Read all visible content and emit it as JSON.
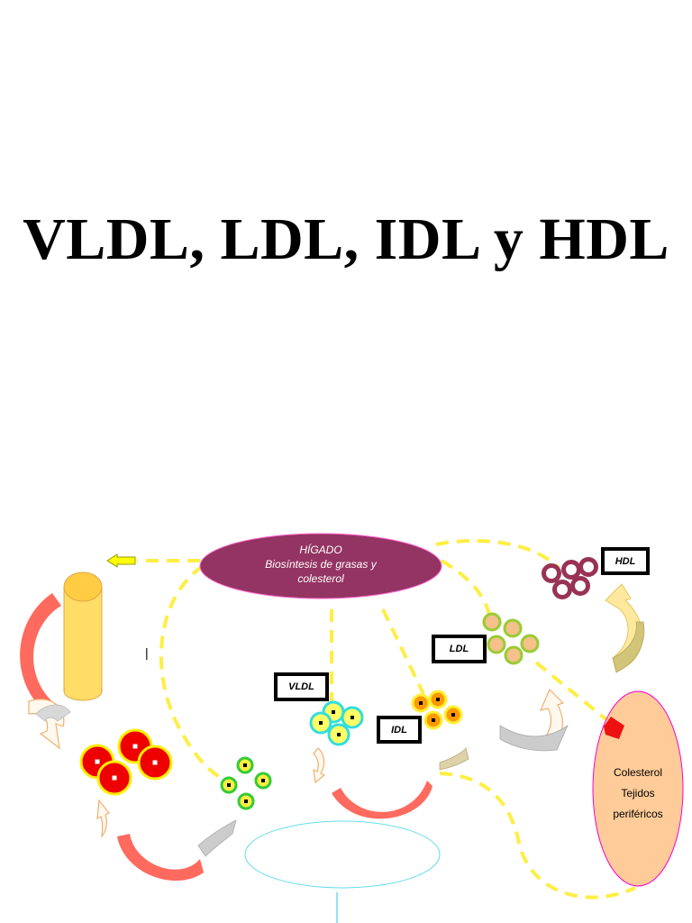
{
  "title": "VLDL, LDL, IDL y HDL",
  "liver": {
    "name": "HÍGADO",
    "desc_line1": "Biosíntesis de grasas y",
    "desc_line2": "colesterol"
  },
  "tissues": {
    "line1": "Colesterol",
    "line2": "Tejidos",
    "line3": "periféricos"
  },
  "labels": {
    "hdl": "HDL",
    "ldl": "LDL",
    "vldl": "VLDL",
    "idl": "IDL"
  },
  "stray_mark": "|",
  "colors": {
    "liver": "#943463",
    "tissues": "#ffcc99",
    "tissues_border": "#ff00cc",
    "dash": "#ffee44",
    "arc": "#ff6a5e",
    "cylinder": "#ffdd66",
    "chylomicron": "#ee0000",
    "hdl_ring": "#993355",
    "ldl_fill": "#f5c08a",
    "ldl_ring": "#99cc33",
    "vldl_ring": "#33dddd",
    "vldl_fill": "#ffff66",
    "idl_fill": "#ff9900",
    "small_green": "#33cc33"
  }
}
